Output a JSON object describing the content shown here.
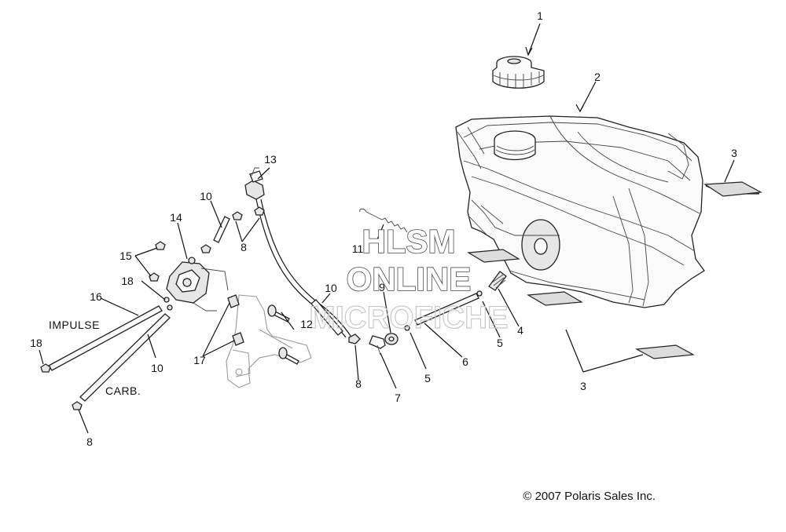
{
  "diagram": {
    "callouts": {
      "c1": "1",
      "c2": "2",
      "c3_right": "3",
      "c3_bottom": "3",
      "c4": "4",
      "c5_right": "5",
      "c5_mid": "5",
      "c6": "6",
      "c7": "7",
      "c8_center": "8",
      "c8_top": "8",
      "c8_bottom": "8",
      "c9": "9",
      "c10_top": "10",
      "c10_mid": "10",
      "c10_bottom": "10",
      "c11": "11",
      "c12": "12",
      "c13": "13",
      "c14": "14",
      "c15": "15",
      "c16": "16",
      "c17": "17",
      "c18_top": "18",
      "c18_bottom": "18"
    },
    "hose_labels": {
      "impulse": "IMPULSE",
      "carb": "CARB."
    },
    "watermark": {
      "line1": "HLSM",
      "line2": "ONLINE",
      "line3": "MICROFICHE"
    },
    "copyright": "© 2007 Polaris Sales Inc."
  }
}
